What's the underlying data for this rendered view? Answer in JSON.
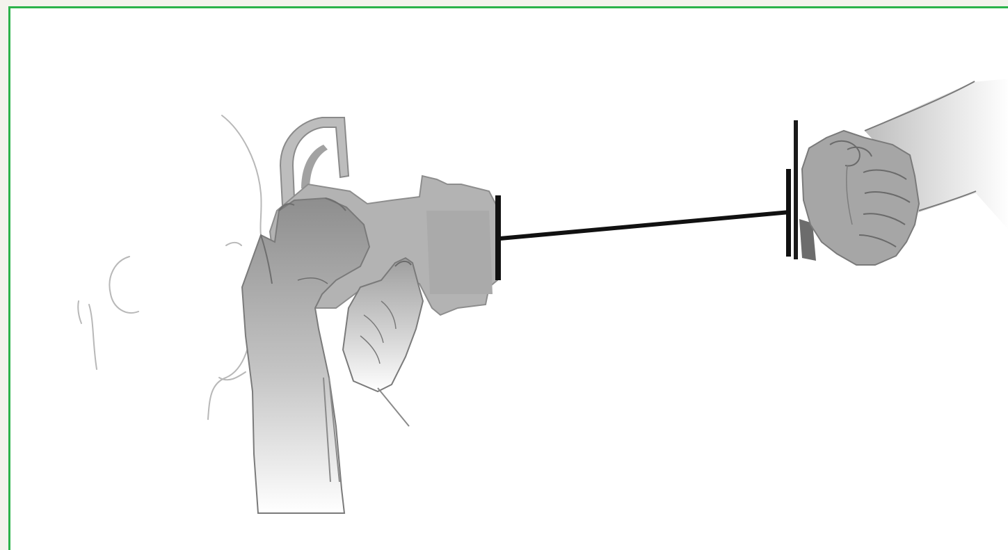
{
  "illustration": {
    "colors": {
      "frame_border": "#2bb34a",
      "background": "#ffffff",
      "page_margin": "#f3f3ec",
      "fill_mid": "#a9a9a9",
      "fill_dark": "#8f8f8f",
      "stroke": "#6d6d6d",
      "sketch_line": "#b8b8b8",
      "bar": "#111111"
    },
    "elements": [
      "person-head-outline",
      "face-profile-sketch",
      "hand-holding-device",
      "handheld-device",
      "device-hook",
      "device-end-plate",
      "measurement-bar",
      "fist-end-plate",
      "clenched-fist",
      "forearm"
    ]
  }
}
